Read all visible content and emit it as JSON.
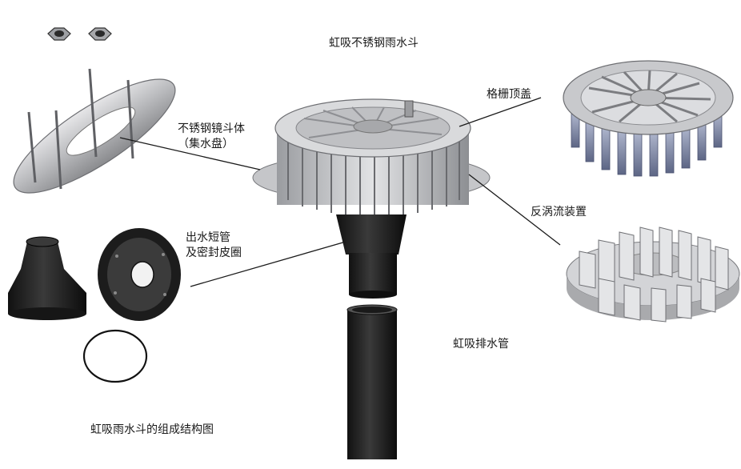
{
  "diagram": {
    "title": "虹吸不锈钢雨水斗",
    "caption": "虹吸雨水斗的组成结构图",
    "labels": {
      "bowl_line1": "不锈钢镜斗体",
      "bowl_line2": "（集水盘）",
      "grille_top": "格栅顶盖",
      "anti_vortex": "反涡流装置",
      "outlet_line1": "出水短管",
      "outlet_line2": "及密封皮圈",
      "drain_pipe": "虹吸排水管"
    }
  }
}
